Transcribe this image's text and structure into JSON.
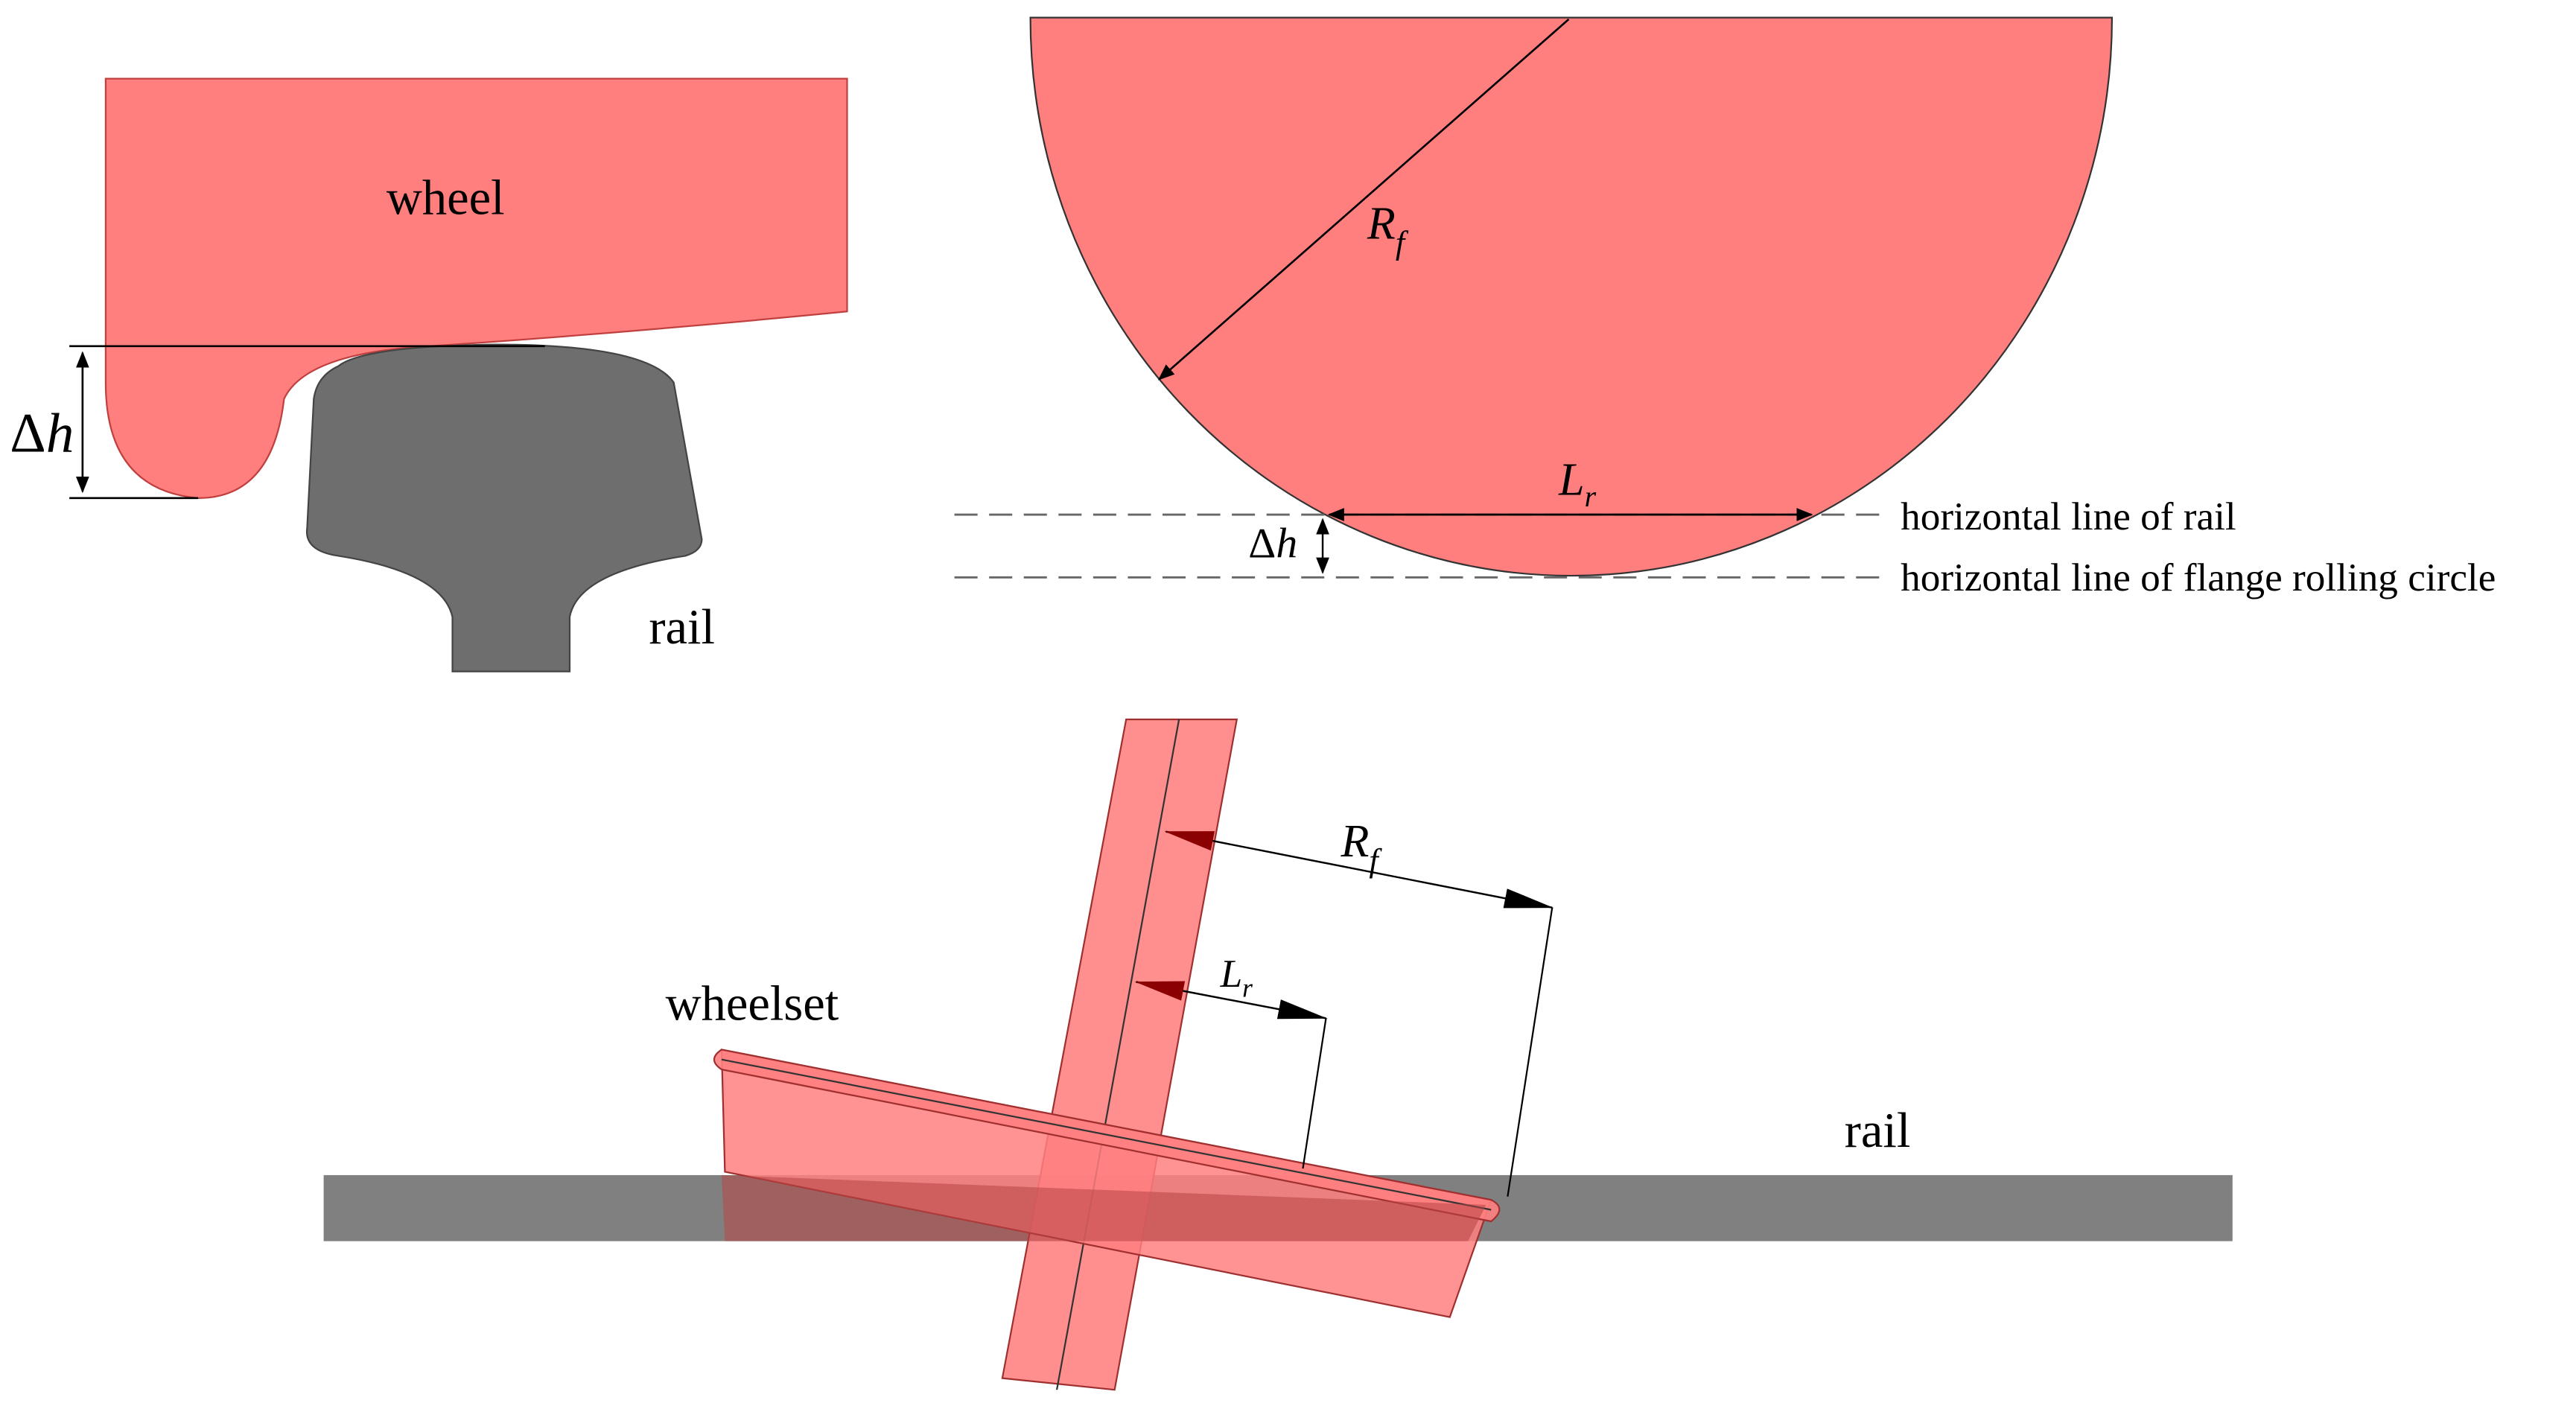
{
  "colors": {
    "wheel_fill": "#ff7f7f",
    "rail_fill": "#6e6e6e",
    "rail_bar_fill": "#808080",
    "overlap_fill": "#c85050",
    "line": "#000000",
    "dashed_line": "#666666"
  },
  "panel_a": {
    "wheel_label": "wheel",
    "rail_label": "rail",
    "dh_symbol": "Δ",
    "dh_var": "h"
  },
  "panel_b": {
    "rf_main": "R",
    "rf_sub": "f",
    "lr_main": "L",
    "lr_sub": "r",
    "dh_symbol": "Δ",
    "dh_var": "h",
    "rail_line_label": "horizontal line of rail",
    "flange_line_label": "horizontal line of flange rolling circle"
  },
  "panel_c": {
    "wheelset_label": "wheelset",
    "rail_label": "rail",
    "rf_main": "R",
    "rf_sub": "f",
    "lr_main": "L",
    "lr_sub": "r"
  }
}
